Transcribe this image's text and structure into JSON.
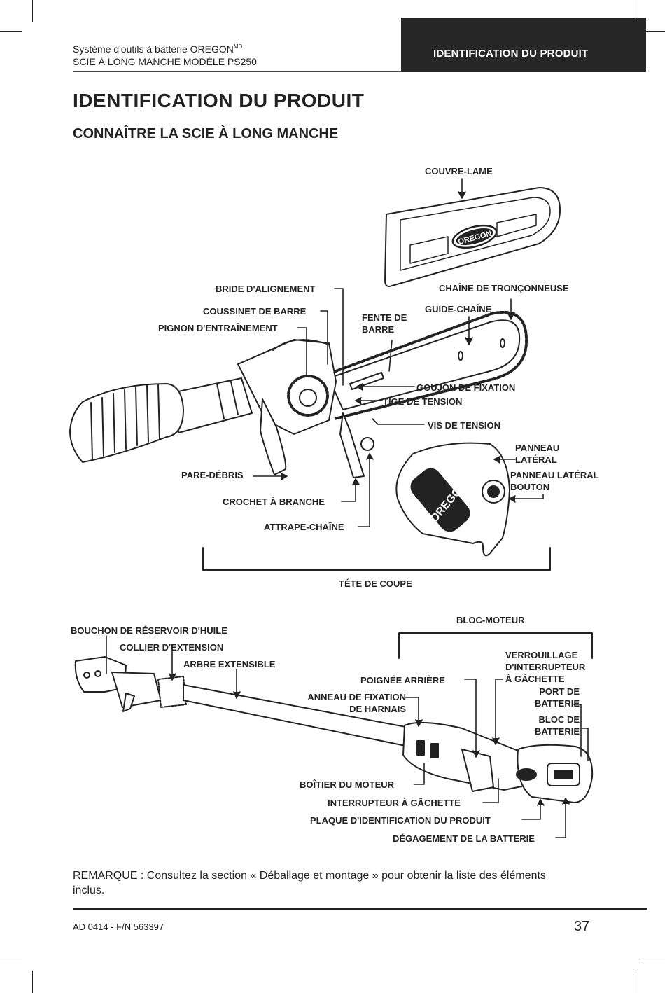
{
  "header": {
    "brand_line_prefix": "Système d'outils à batterie OREGON",
    "brand_sup": "MD",
    "model_line": "SCIE À LONG MANCHE MODÈLE PS250",
    "section_tab": "IDENTIFICATION DU PRODUIT"
  },
  "title": "IDENTIFICATION DU PRODUIT",
  "subtitle": "CONNAÎTRE LA SCIE À LONG MANCHE",
  "figure_top": {
    "labels": {
      "couvre_lame": "COUVRE-LAME",
      "bride_alignement": "BRIDE D'ALIGNEMENT",
      "chaine_tronconneuse": "CHAÎNE DE TRONÇONNEUSE",
      "coussinet_barre": "COUSSINET DE BARRE",
      "guide_chaine": "GUIDE-CHAÎNE",
      "fente_barre_1": "FENTE DE",
      "fente_barre_2": "BARRE",
      "pignon_entrainement": "PIGNON D'ENTRAÎNEMENT",
      "goujon_fixation": "GOUJON DE FIXATION",
      "tige_tension": "TIGE DE TENSION",
      "vis_tension": "VIS DE TENSION",
      "panneau_lateral_1": "PANNEAU",
      "panneau_lateral_2": "LATÉRAL",
      "panneau_bouton_1": "PANNEAU LATÉRAL",
      "panneau_bouton_2": "BOUTON",
      "pare_debris": "PARE-DÉBRIS",
      "crochet_branche": "CROCHET À BRANCHE",
      "attrape_chaine": "ATTRAPE-CHAÎNE",
      "tete_coupe": "TÉTE DE COUPE"
    },
    "logo_text": "OREGON"
  },
  "figure_bottom": {
    "labels": {
      "bloc_moteur": "BLOC-MOTEUR",
      "bouchon_reservoir": "BOUCHON DE RÉSERVOIR D'HUILE",
      "collier_extension": "COLLIER D'EXTENSION",
      "arbre_extensible": "ARBRE EXTENSIBLE",
      "verrouillage_1": "VERROUILLAGE",
      "verrouillage_2": "D'INTERRUPTEUR",
      "verrouillage_3": "À GÂCHETTE",
      "poignee_arriere": "POIGNÉE ARRIÈRE",
      "anneau_1": "ANNEAU DE FIXATION",
      "anneau_2": "DE HARNAIS",
      "port_batterie_1": "PORT DE",
      "port_batterie_2": "BATTERIE",
      "bloc_batterie_1": "BLOC DE",
      "bloc_batterie_2": "BATTERIE",
      "boitier_moteur": "BOÎTIER DU MOTEUR",
      "interrupteur_gachette": "INTERRUPTEUR À GÂCHETTE",
      "plaque_identification": "PLAQUE D'IDENTIFICATION DU PRODUIT",
      "degagement_batterie": "DÉGAGEMENT DE LA BATTERIE"
    }
  },
  "note": "REMARQUE : Consultez la section « Déballage et montage » pour obtenir la liste des éléments inclus.",
  "footer": {
    "doc_code": "AD 0414 - F/N 563397",
    "page_number": "37"
  }
}
